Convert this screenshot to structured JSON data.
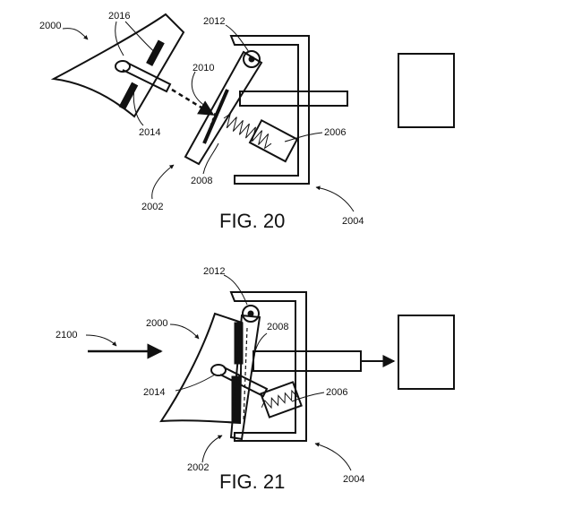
{
  "fig20": {
    "caption": "FIG. 20",
    "labels": {
      "l2000": "2000",
      "l2016": "2016",
      "l2012": "2012",
      "l2010": "2010",
      "l2014": "2014",
      "l2006": "2006",
      "l2008": "2008",
      "l2002": "2002",
      "l2004": "2004"
    }
  },
  "fig21": {
    "caption": "FIG. 21",
    "labels": {
      "l2012": "2012",
      "l2100": "2100",
      "l2000": "2000",
      "l2008": "2008",
      "l2014": "2014",
      "l2006": "2006",
      "l2002": "2002",
      "l2004": "2004"
    }
  }
}
